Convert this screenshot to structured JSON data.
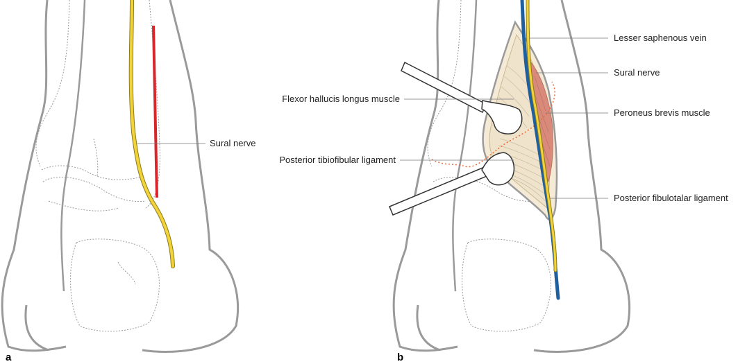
{
  "panels": {
    "a": {
      "letter": "a",
      "labels": {
        "sural_nerve": "Sural nerve"
      }
    },
    "b": {
      "letter": "b",
      "labels": {
        "lesser_saphenous_vein": "Lesser saphenous vein",
        "sural_nerve": "Sural nerve",
        "flexor_hallucis_longus": "Flexor hallucis longus muscle",
        "peroneus_brevis": "Peroneus brevis muscle",
        "posterior_tibiofibular": "Posterior tibiofibular ligament",
        "posterior_fibulotalar": "Posterior fibulotalar ligament"
      }
    }
  },
  "colors": {
    "outline": "#9a9a9a",
    "bone_dotted": "#9a9a9a",
    "nerve": "#f2d33a",
    "incision": "#d8262b",
    "vein": "#1f5f9e",
    "muscle": "#d98a7a",
    "ligament_dots": "#e56a3a",
    "retractor": "#ffffff"
  }
}
